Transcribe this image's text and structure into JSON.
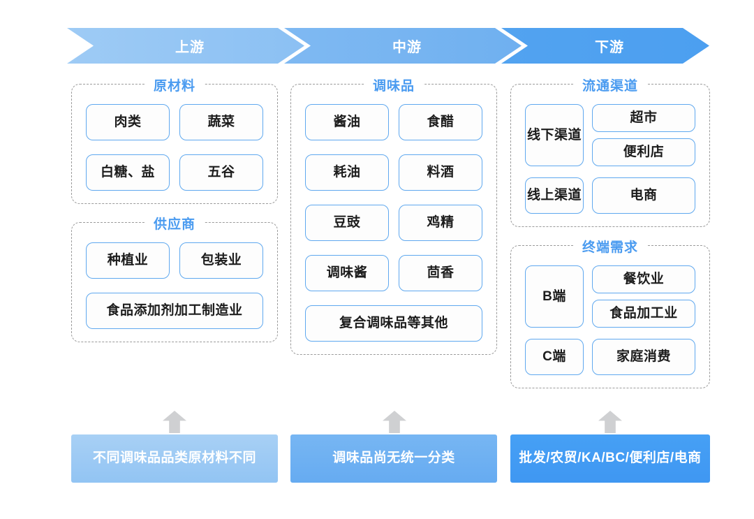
{
  "header": {
    "stages": [
      {
        "label": "上游"
      },
      {
        "label": "中游"
      },
      {
        "label": "下游"
      }
    ]
  },
  "columns": {
    "upstream": {
      "groups": [
        {
          "title": "原材料",
          "rows": [
            [
              "肉类",
              "蔬菜"
            ],
            [
              "白糖、盐",
              "五谷"
            ]
          ]
        },
        {
          "title": "供应商",
          "rows": [
            [
              "种植业",
              "包装业"
            ],
            [
              "食品添加剂加工制造业"
            ]
          ]
        }
      ]
    },
    "midstream": {
      "groups": [
        {
          "title": "调味品",
          "rows": [
            [
              "酱油",
              "食醋"
            ],
            [
              "耗油",
              "料酒"
            ],
            [
              "豆豉",
              "鸡精"
            ],
            [
              "调味酱",
              "茴香"
            ],
            [
              "复合调味品等其他"
            ]
          ]
        }
      ]
    },
    "downstream": {
      "groups": [
        {
          "title": "流通渠道",
          "pairs": [
            {
              "channel": "线下渠道",
              "items": [
                "超市",
                "便利店"
              ]
            },
            {
              "channel": "线上渠道",
              "items": [
                "电商"
              ]
            }
          ]
        },
        {
          "title": "终端需求",
          "pairs": [
            {
              "channel": "B端",
              "items": [
                "餐饮业",
                "食品加工业"
              ]
            },
            {
              "channel": "C端",
              "items": [
                "家庭消费"
              ]
            }
          ]
        }
      ]
    }
  },
  "banners": [
    {
      "text": "不同调味品品类原材料不同"
    },
    {
      "text": "调味品尚无统一分类"
    },
    {
      "text": "批发/农贸/KA/BC/便利店/电商"
    }
  ],
  "colors": {
    "accent_blue": "#4a9bf0",
    "card_border": "#5fa8ef",
    "dashed_border": "#9a9a9a",
    "arrow_gray": "#cfd0d2",
    "stage_1": "#9ecbf5",
    "stage_2": "#7fb9f2",
    "stage_3": "#52a3f0"
  }
}
